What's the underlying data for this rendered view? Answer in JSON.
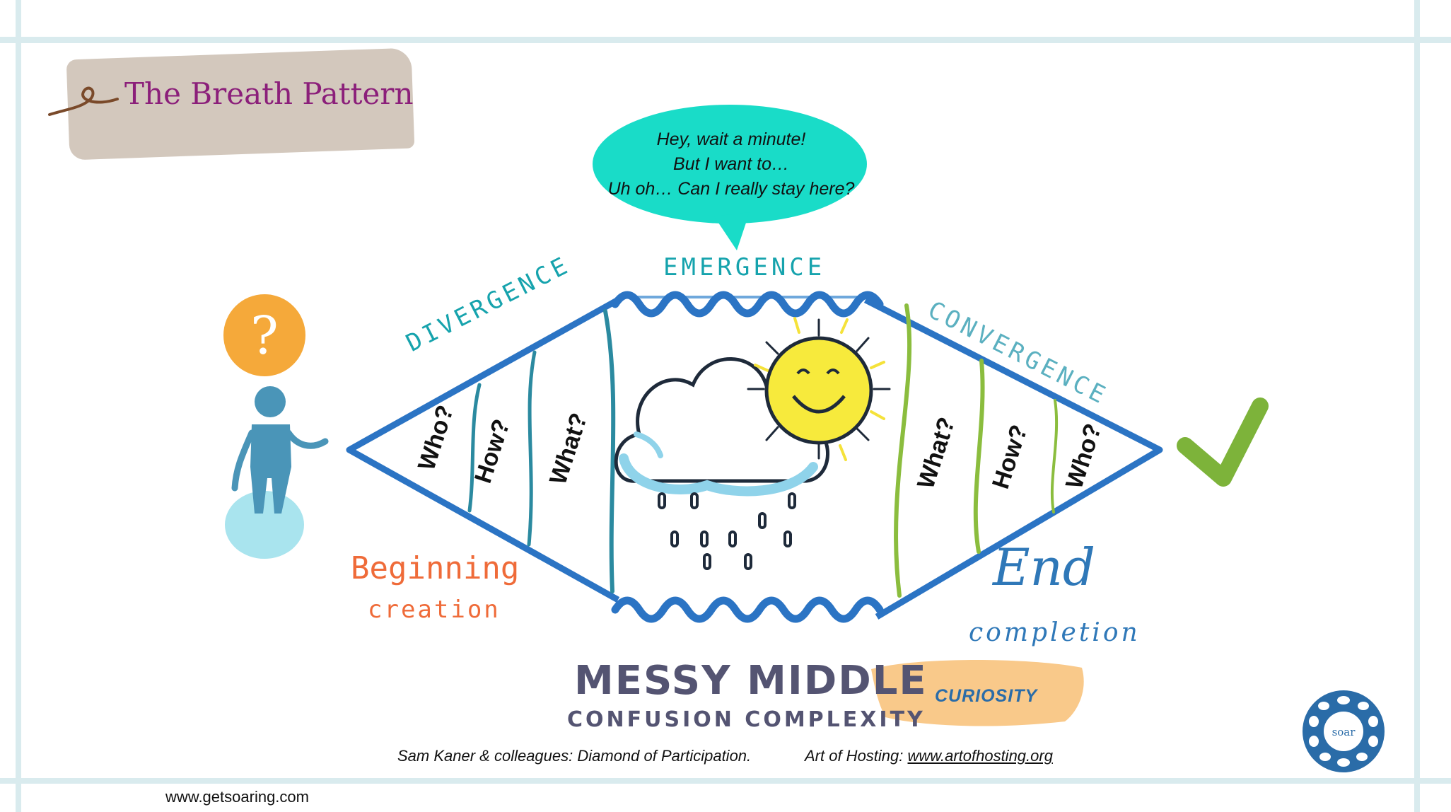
{
  "title": "The Breath Pattern",
  "bubble": {
    "lines": [
      "Hey, wait a minute!",
      "But I want to…",
      "Uh oh…  Can I really stay here?"
    ],
    "color": "#19dcc8"
  },
  "labels": {
    "emergence": "EMERGENCE",
    "divergence": "DIVERGENCE",
    "convergence": "CONVERGENCE",
    "beginning": "Beginning",
    "creation": "creation",
    "end": "End",
    "completion": "completion",
    "messy_middle": "MESSY MIDDLE",
    "confusion_complexity": "CONFUSION COMPLEXITY",
    "curiosity": "CURIOSITY"
  },
  "questions": {
    "left": [
      "Who?",
      "How?",
      "What?"
    ],
    "right": [
      "What?",
      "How?",
      "Who?"
    ]
  },
  "icons": {
    "question": "question-mark-icon",
    "person": "person-icon",
    "cloud": "rain-cloud-icon",
    "sun": "smiling-sun-icon",
    "check": "checkmark-icon",
    "logo": "soar-logo-icon"
  },
  "credits": {
    "left": "Sam Kaner & colleagues: Diamond of Participation.",
    "right_prefix": "Art of Hosting: ",
    "right_link": "www.artofhosting.org"
  },
  "website": "www.getsoaring.com",
  "logo_text": "soar",
  "colors": {
    "diamond": "#2b74c4",
    "teal": "#16a3ad",
    "orange": "#ef6b39",
    "green": "#7db33a",
    "purple_title": "#8b1f7a",
    "question_circle": "#f5a93a",
    "curiosity_swash": "#f9c98a"
  }
}
